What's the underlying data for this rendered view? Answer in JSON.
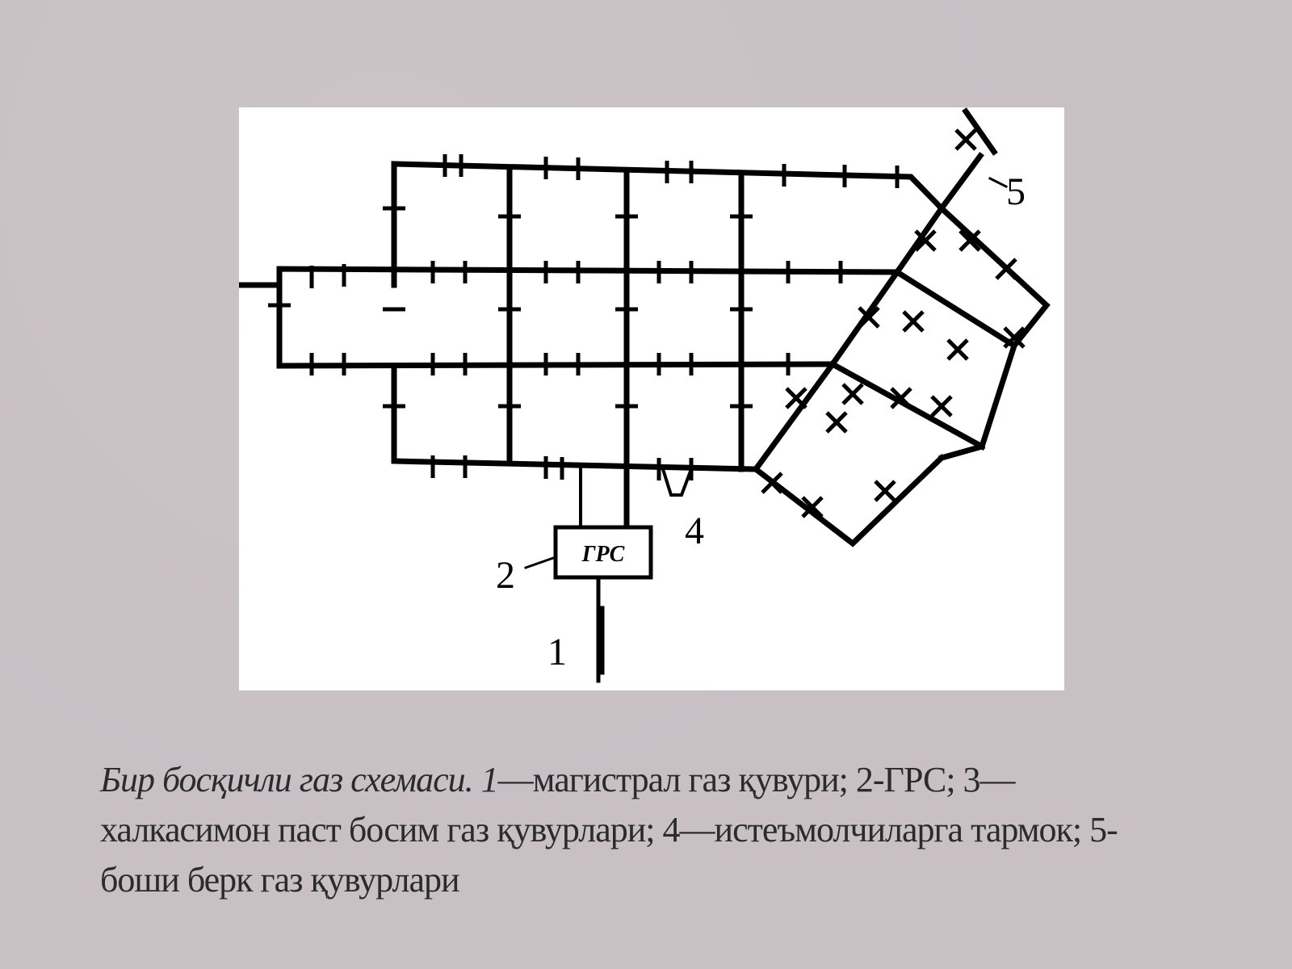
{
  "diagram": {
    "station_box_label": "ГРС",
    "callouts": {
      "label_1": "1",
      "label_2": "2",
      "label_4": "4",
      "label_5": "5"
    }
  },
  "caption": {
    "title_italic": "Бир босқичли газ схемаси. 1",
    "text": "—магистрал газ қувури; 2-ГРС; 3—халкасимон паст босим газ қувурлари; 4—истеъмолчиларга тармок; 5-боши берк газ қувурлари"
  },
  "colors": {
    "background": "#c8c0c3",
    "panel": "#ffffff",
    "pipe": "#000000",
    "caption_text": "#2b2b2b"
  }
}
